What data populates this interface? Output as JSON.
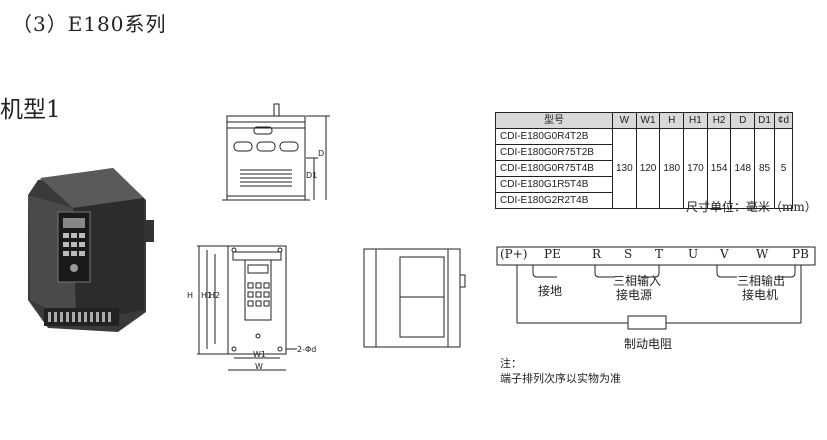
{
  "heading": "（3）E180系列",
  "model_label": "机型1",
  "table": {
    "headers": [
      "型号",
      "W",
      "W1",
      "H",
      "H1",
      "H2",
      "D",
      "D1",
      "¢d"
    ],
    "models": [
      "CDI-E180G0R4T2B",
      "CDI-E180G0R75T2B",
      "CDI-E180G0R75T4B",
      "CDI-E180G1R5T4B",
      "CDI-E180G2R2T4B"
    ],
    "values": [
      "130",
      "120",
      "180",
      "170",
      "154",
      "148",
      "85",
      "5"
    ]
  },
  "unit_note": "尺寸单位：毫米（mm）",
  "terminals": [
    "(P+)",
    "PE",
    "R",
    "S",
    "T",
    "U",
    "V",
    "W",
    "PB"
  ],
  "terminal_groups": {
    "ground": "接地",
    "input_1": "三相输入",
    "input_2": "接电源",
    "output_1": "三相输出",
    "output_2": "接电机",
    "resistor": "制动电阻"
  },
  "notes": {
    "title": "注：",
    "text": "端子排列次序以实物为准"
  },
  "dim_labels": {
    "D": "D",
    "D1": "D1",
    "H": "H",
    "H1": "H1",
    "H2": "H2",
    "W1": "W1",
    "W": "W",
    "hole": "2-Φd"
  }
}
